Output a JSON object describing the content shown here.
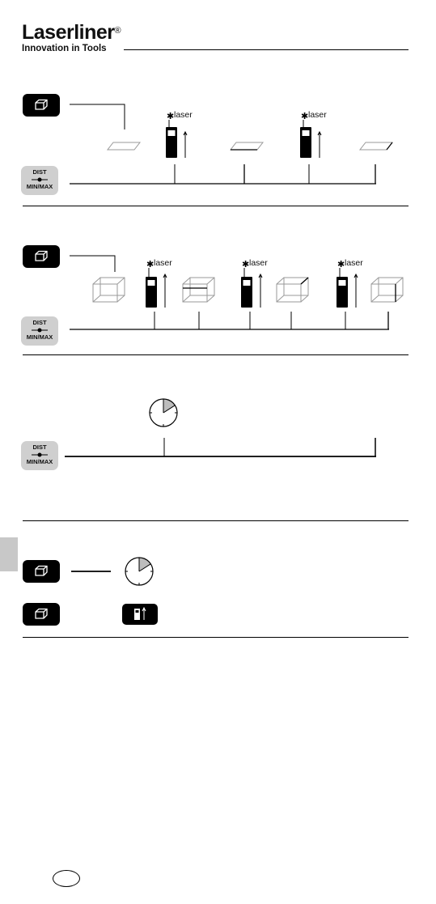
{
  "header": {
    "brand_name": "Laserliner",
    "registered_mark": "®",
    "tagline": "Innovation in Tools"
  },
  "icons": {
    "area_volume_key": "cube-outline-icon",
    "dist_key": "dist-minmax-key",
    "timer": "clock-timer-icon",
    "device": "laser-device-icon",
    "laser_star": "laser-star-icon"
  },
  "keys": {
    "dist_line1": "DIST",
    "dist_line2": "MIN/MAX"
  },
  "labels": {
    "laser": "laser"
  },
  "colors": {
    "key_black": "#000000",
    "key_grey": "#cfcfcf",
    "timer_fill": "#bdbdbd",
    "side_tab": "#c8c8c8"
  }
}
